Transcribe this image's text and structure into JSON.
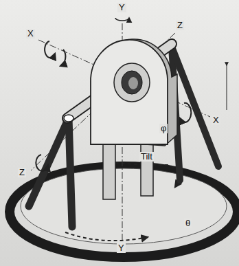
{
  "diagram": {
    "labels": [
      "Y",
      "Z",
      "X",
      "Z",
      "X",
      "φ",
      "Tilt",
      "Y",
      "θ"
    ]
  }
}
